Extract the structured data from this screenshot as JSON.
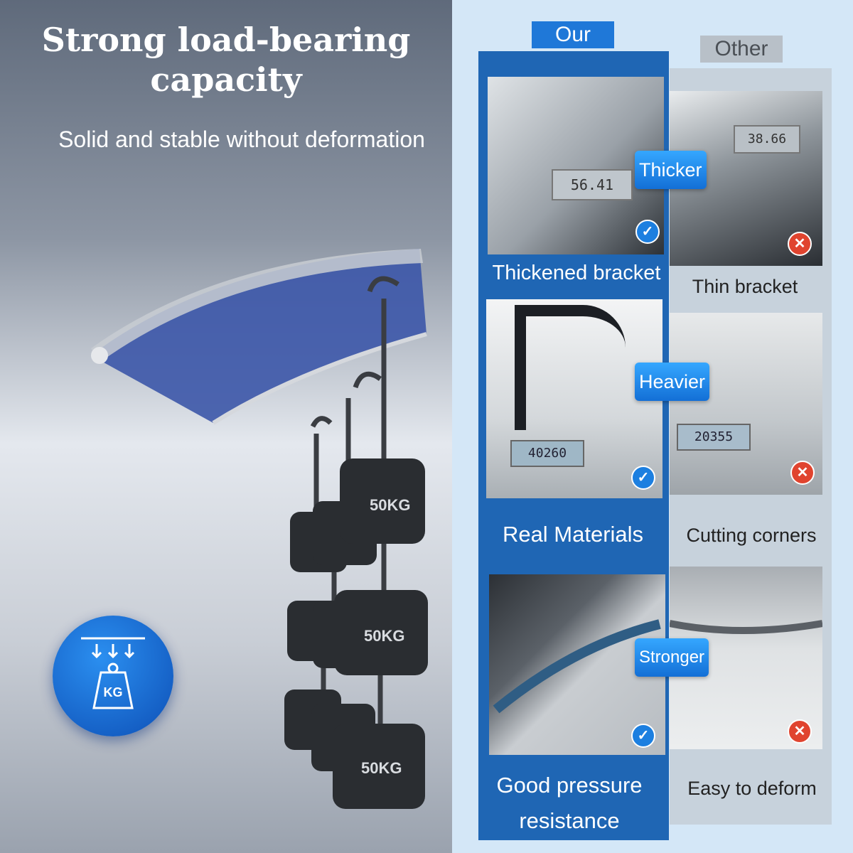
{
  "left": {
    "headline_line1": "Strong load-bearing",
    "headline_line2": "capacity",
    "subtitle": "Solid and stable without deformation",
    "badge_text": "KG",
    "weight_label": "50KG"
  },
  "comparison": {
    "our_label": "Our",
    "other_label": "Other",
    "rows": [
      {
        "our_caption": "Thickened bracket",
        "pill": "Thicker",
        "other_caption": "Thin bracket",
        "our_reading": "56.41",
        "other_reading": "38.66"
      },
      {
        "our_caption": "Real Materials",
        "pill": "Heavier",
        "other_caption": "Cutting corners",
        "our_reading": "40260",
        "other_reading": "20355"
      },
      {
        "our_caption_line1": "Good pressure",
        "our_caption_line2": "resistance",
        "pill": "Stronger",
        "other_caption": "Easy to deform"
      }
    ]
  },
  "colors": {
    "accent": "#1f66b4",
    "accent_light": "#2b8ff0",
    "cross": "#e0442f",
    "panel": "#d4e7f7"
  }
}
